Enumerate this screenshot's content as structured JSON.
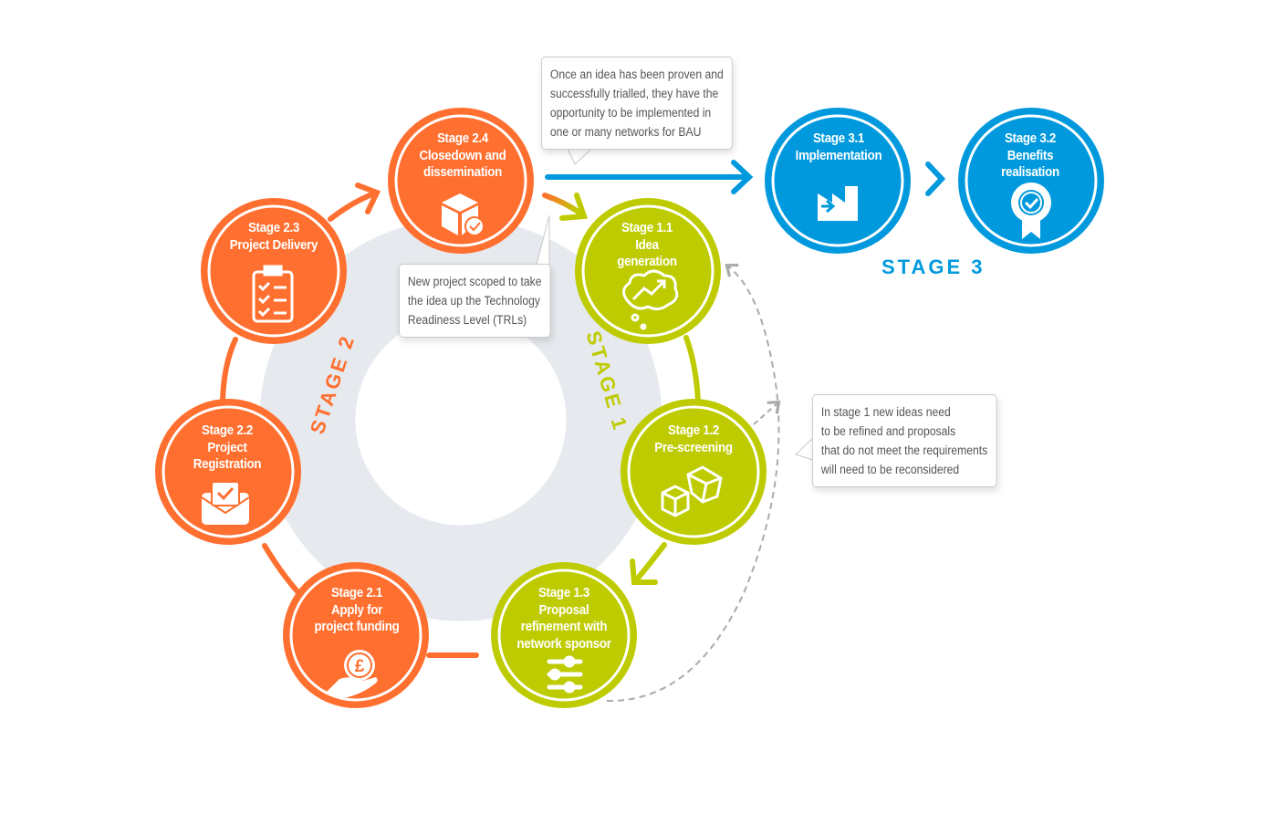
{
  "colors": {
    "stage1": "#BECB00",
    "stage2": "#FF6F2F",
    "stage3": "#0099DD",
    "ring": "#E6E9EE",
    "dashed": "#AAAAAA"
  },
  "stage_labels": {
    "stage1": "STAGE 1",
    "stage2": "STAGE 2",
    "stage3": "STAGE 3"
  },
  "nodes": {
    "s24": {
      "lines": [
        "Stage 2.4",
        "Closedown and",
        "dissemination"
      ],
      "icon": "box-check-icon"
    },
    "s23": {
      "lines": [
        "Stage 2.3",
        "Project Delivery"
      ],
      "icon": "clipboard-checklist-icon"
    },
    "s22": {
      "lines": [
        "Stage 2.2",
        "Project",
        "Registration"
      ],
      "icon": "envelope-check-icon"
    },
    "s21": {
      "lines": [
        "Stage 2.1",
        "Apply for",
        "project funding"
      ],
      "icon": "hand-pound-coin-icon"
    },
    "s13": {
      "lines": [
        "Stage 1.3",
        "Proposal",
        "refinement with",
        "network sponsor"
      ],
      "icon": "sliders-icon"
    },
    "s12": {
      "lines": [
        "Stage 1.2",
        "Pre-screening"
      ],
      "icon": "blocks-icon"
    },
    "s11": {
      "lines": [
        "Stage 1.1",
        "Idea",
        "generation"
      ],
      "icon": "thought-cloud-growth-icon"
    },
    "s31": {
      "lines": [
        "Stage 3.1",
        "Implementation"
      ],
      "icon": "factory-icon"
    },
    "s32": {
      "lines": [
        "Stage 3.2",
        "Benefits",
        "realisation"
      ],
      "icon": "award-badge-icon"
    }
  },
  "callouts": {
    "bau": [
      "Once an idea has been proven and",
      "successfully trialled, they have the",
      "opportunity to be implemented in",
      "one or many networks for BAU"
    ],
    "trl": [
      "New project scoped to take",
      "the idea up the Technology",
      "Readiness Level (TRLs)"
    ],
    "stage1": [
      "In stage 1 new ideas need",
      "to be refined and proposals",
      "that do not meet the requirements",
      "will need to be reconsidered"
    ]
  }
}
